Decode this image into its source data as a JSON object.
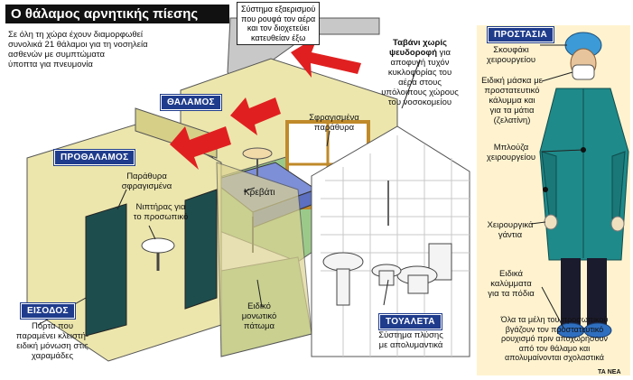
{
  "title": "Ο θάλαμος αρνητικής πίεσης",
  "intro": [
    "Σε όλη τη χώρα έχουν διαμορφωθεί",
    "συνολικά 21 θάλαμοι για τη νοσηλεία",
    "ασθενών με συμπτώματα",
    "ύποπτα για πνευμονία"
  ],
  "exhaust_system": [
    "Σύστημα εξαερισμού",
    "που ρουφά τον αέρα",
    "και τον διοχετεύει",
    "κατευθείαν έξω"
  ],
  "ceiling": {
    "heading": [
      "Ταβάνι χωρίς",
      "ψευδοροφή"
    ],
    "rest": "για",
    "lines": [
      "αποφυγή τυχόν",
      "κυκλοφορίας του",
      "αέρα στους",
      "υπόλοιπους χώρους",
      "του νοσοκομείου"
    ]
  },
  "badges": {
    "room": "ΘΑΛΑΜΟΣ",
    "anteroom": "ΠΡΟΘΑΛΑΜΟΣ",
    "entrance": "ΕΙΣΟΔΟΣ",
    "toilet": "ΤΟΥΑΛΕΤΑ",
    "protection": "ΠΡΟΣΤΑΣΙΑ"
  },
  "labels": {
    "sealed_windows_room": [
      "Σφραγισμένα",
      "παράθυρα"
    ],
    "bed": "Κρεβάτι",
    "sealed_windows_ante": [
      "Παράθυρα",
      "σφραγισμένα"
    ],
    "sink_staff": [
      "Νιπτήρας για",
      "το προσωπικό"
    ],
    "entrance_door": [
      "Πόρτα που",
      "παραμένει κλειστή-",
      "ειδική μόνωση στις",
      "χαραμάδες"
    ],
    "floor": [
      "Ειδικό",
      "μονωτικό",
      "πάτωμα"
    ],
    "toilet_system": [
      "Σύστημα πλύσης",
      "με απολυμαντικά"
    ]
  },
  "protection_items": {
    "cap": [
      "Σκουφάκι",
      "χειρουργείου"
    ],
    "mask": [
      "Ειδική μάσκα με",
      "προστατευτικό",
      "κάλυμμα και",
      "για τα μάτια",
      "(ζελατίνη)"
    ],
    "gown": [
      "Μπλούζα",
      "χειρουργείου"
    ],
    "gloves": [
      "Χειρουργικά",
      "γάντια"
    ],
    "shoe_covers": [
      "Ειδικά",
      "καλύμματα",
      "για τα πόδια"
    ],
    "note": [
      "Όλα τα μέλη του προσωπικού",
      "βγάζουν τον προστατευτικό",
      "ρουχισμό πριν αποχωρήσουν",
      "από τον θάλαμο και",
      "απολυμαίνονται σχολαστικά"
    ]
  },
  "credit": "ΤΑ ΝΕΑ",
  "colors": {
    "badge": "#1f3c8c",
    "arrow": "#e02020",
    "wall": "#e2dc9a",
    "floor": "#8fc07a",
    "door": "#1e4d4d",
    "gown": "#1f8a8a",
    "bed": "#7d8fd6"
  }
}
